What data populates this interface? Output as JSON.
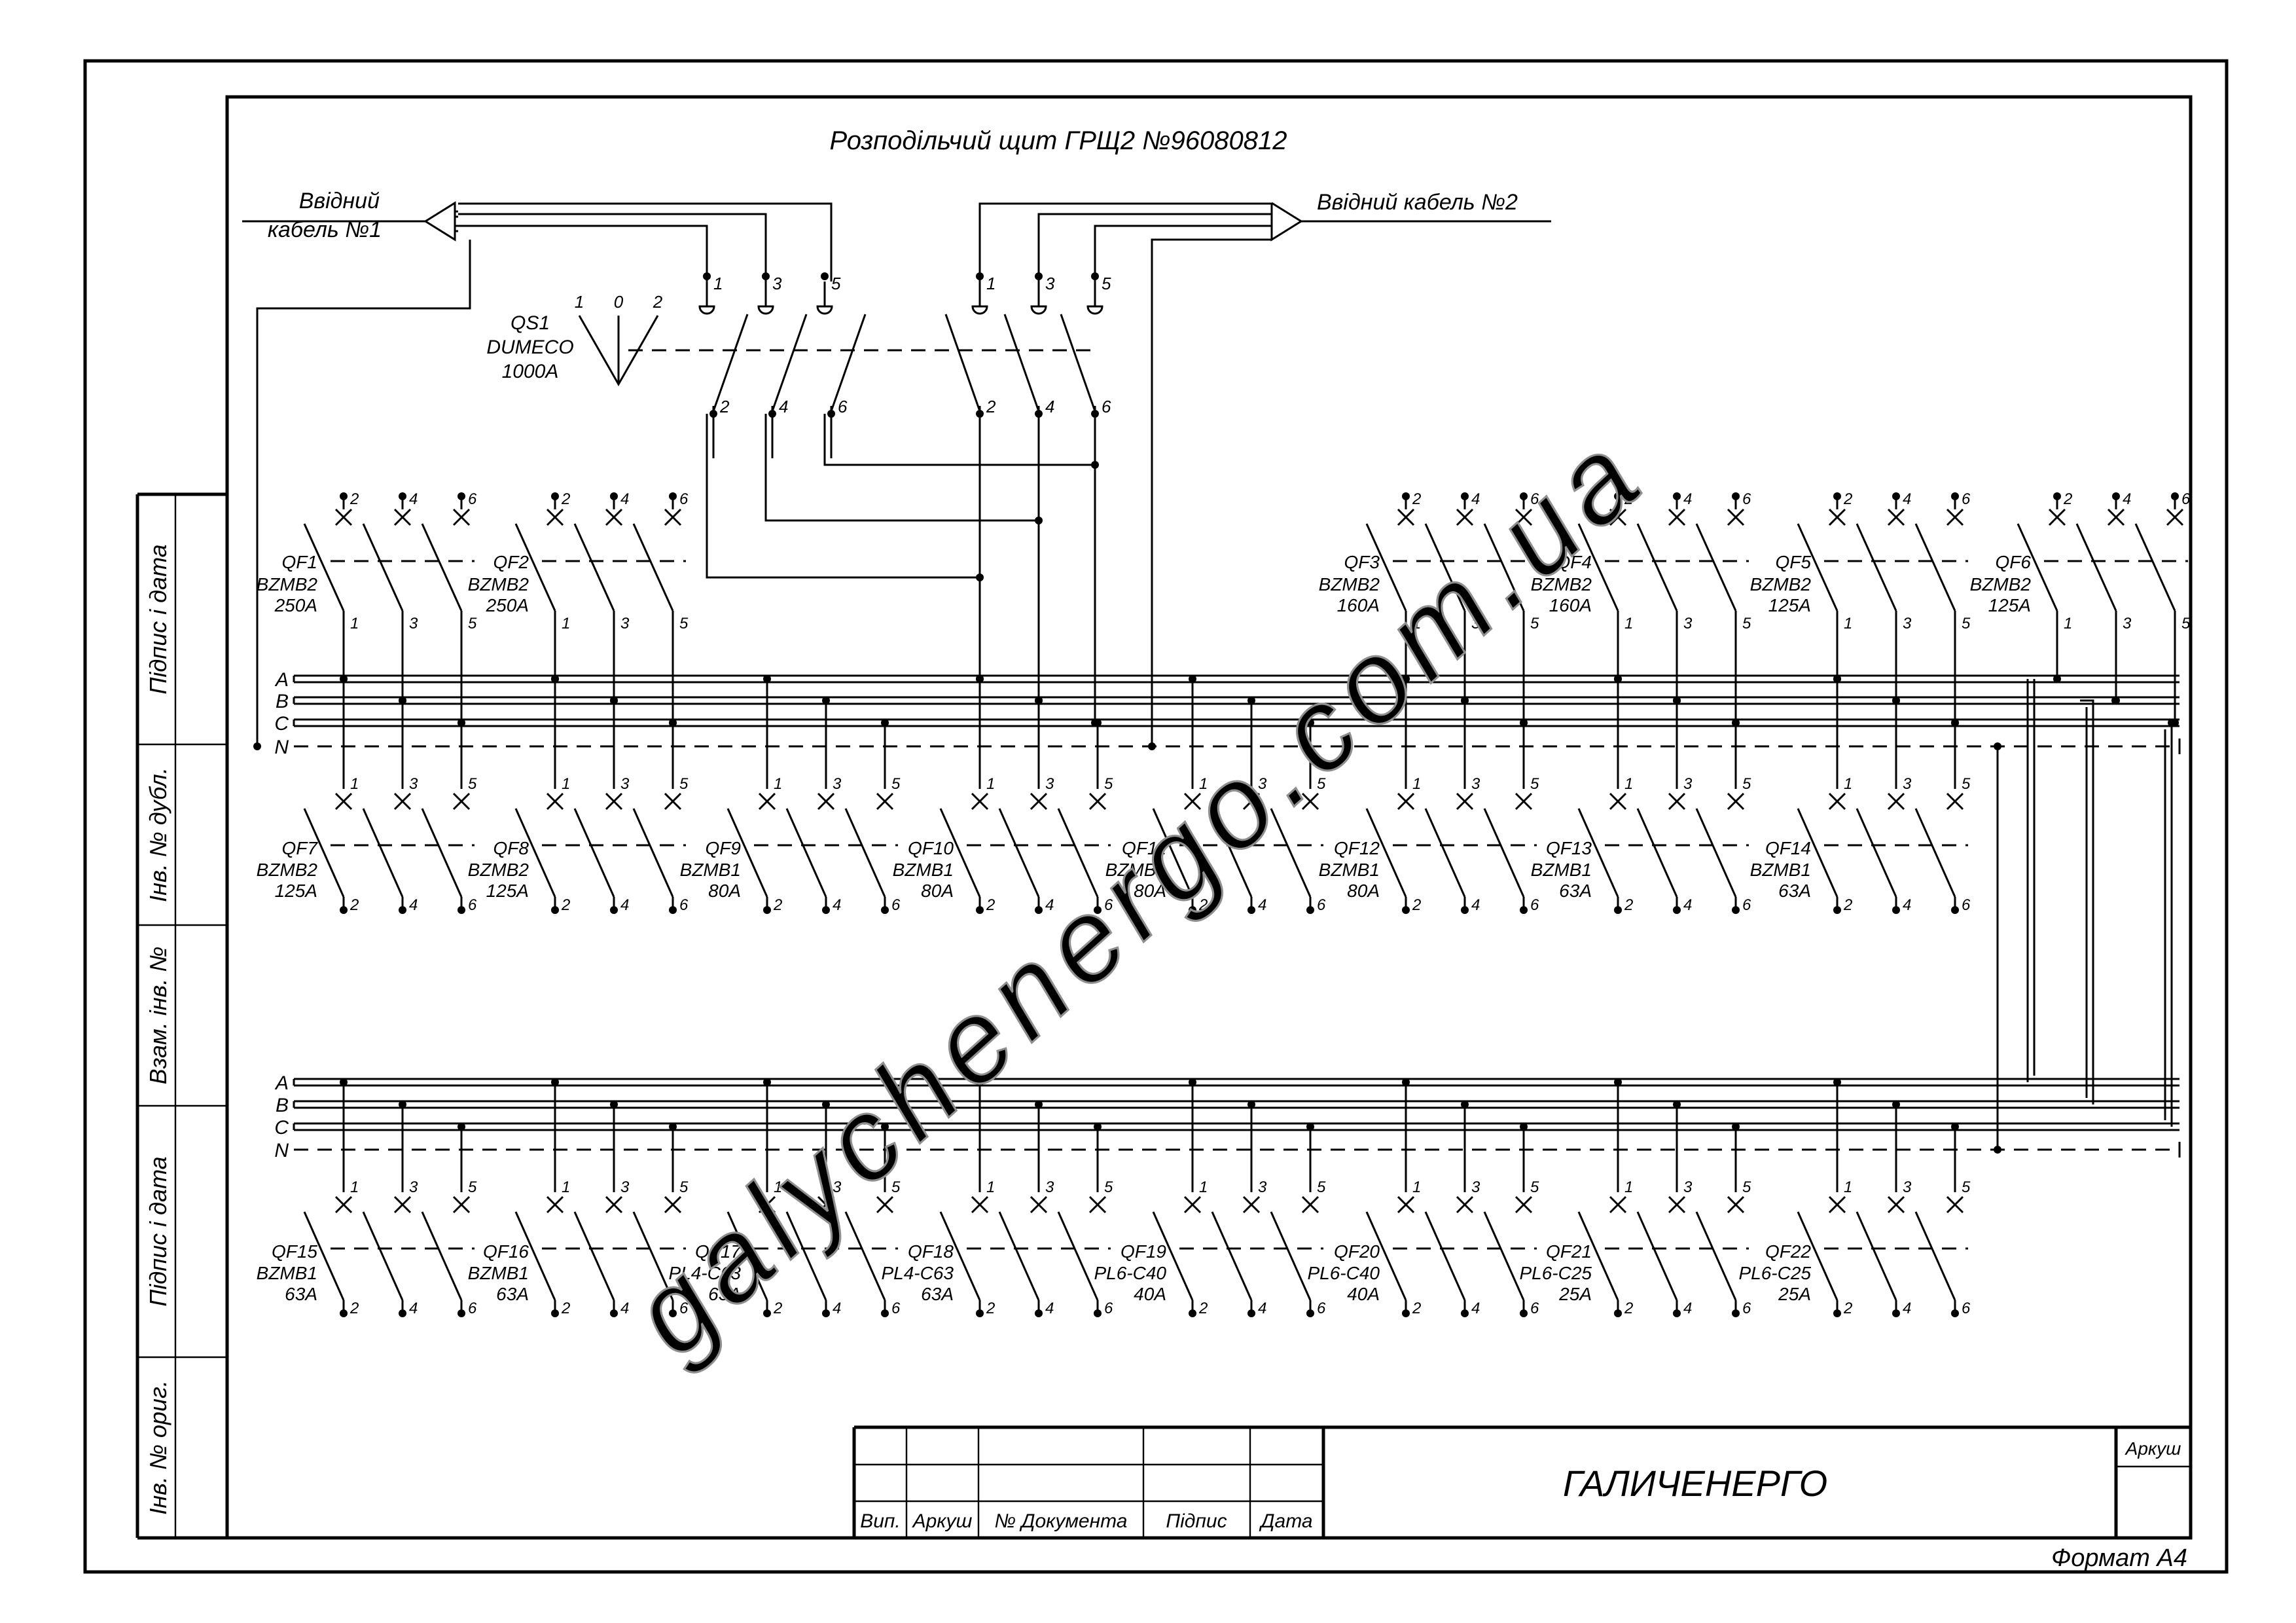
{
  "title": "Розподільчий щит ГРЩ2  №96080812",
  "input_cable_1": {
    "line1": "Ввідний",
    "line2": "кабель №1"
  },
  "input_cable_2": "Ввідний кабель №2",
  "switch": {
    "name": "QS1",
    "model": "DUMECO",
    "rating": "1000A",
    "positions": [
      "1",
      "0",
      "2"
    ]
  },
  "phase_labels": [
    "A",
    "B",
    "C"
  ],
  "neutral_label": "N",
  "top_breakers": [
    {
      "name": "QF1",
      "model": "BZMB2",
      "rating": "250A"
    },
    {
      "name": "QF2",
      "model": "BZMB2",
      "rating": "250A"
    },
    {
      "name": "QF3",
      "model": "BZMB2",
      "rating": "160A"
    },
    {
      "name": "QF4",
      "model": "BZMB2",
      "rating": "160A"
    },
    {
      "name": "QF5",
      "model": "BZMB2",
      "rating": "125A"
    },
    {
      "name": "QF6",
      "model": "BZMB2",
      "rating": "125A"
    }
  ],
  "middle_breakers": [
    {
      "name": "QF7",
      "model": "BZMB2",
      "rating": "125A"
    },
    {
      "name": "QF8",
      "model": "BZMB2",
      "rating": "125A"
    },
    {
      "name": "QF9",
      "model": "BZMB1",
      "rating": "80A"
    },
    {
      "name": "QF10",
      "model": "BZMB1",
      "rating": "80A"
    },
    {
      "name": "QF11",
      "model": "BZMB1",
      "rating": "80A"
    },
    {
      "name": "QF12",
      "model": "BZMB1",
      "rating": "80A"
    },
    {
      "name": "QF13",
      "model": "BZMB1",
      "rating": "63A"
    },
    {
      "name": "QF14",
      "model": "BZMB1",
      "rating": "63A"
    }
  ],
  "bottom_breakers": [
    {
      "name": "QF15",
      "model": "BZMB1",
      "rating": "63A"
    },
    {
      "name": "QF16",
      "model": "BZMB1",
      "rating": "63A"
    },
    {
      "name": "QF17",
      "model": "PL4-C63",
      "rating": "63A"
    },
    {
      "name": "QF18",
      "model": "PL4-C63",
      "rating": "63A"
    },
    {
      "name": "QF19",
      "model": "PL6-C40",
      "rating": "40A"
    },
    {
      "name": "QF20",
      "model": "PL6-C40",
      "rating": "40A"
    },
    {
      "name": "QF21",
      "model": "PL6-C25",
      "rating": "25A"
    },
    {
      "name": "QF22",
      "model": "PL6-C25",
      "rating": "25A"
    }
  ],
  "side_stamp": [
    "Підпис і дата",
    "Інв. № дубл.",
    "Взам. інв. №",
    "Підпис і дата",
    "Інв. № ориг."
  ],
  "title_block": {
    "columns": [
      "Вип.",
      "Аркуш",
      "№ Документа",
      "Підпис",
      "Дата"
    ],
    "company": "ГАЛИЧЕНЕРГО",
    "sheet_label": "Аркуш",
    "format": "Формат А4"
  },
  "watermark": "galychenergo.com.ua"
}
